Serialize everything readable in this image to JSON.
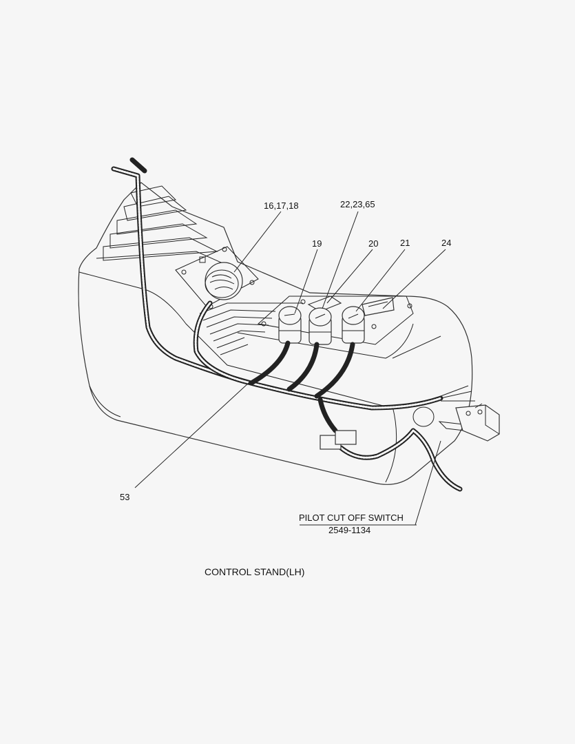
{
  "callouts": {
    "c1": "16,17,18",
    "c2": "22,23,65",
    "c3": "19",
    "c4": "20",
    "c5": "21",
    "c6": "24",
    "c7": "53"
  },
  "switch_label": {
    "name": "PILOT CUT OFF SWITCH",
    "part_no": "2549-1134"
  },
  "caption": "CONTROL STAND(LH)"
}
